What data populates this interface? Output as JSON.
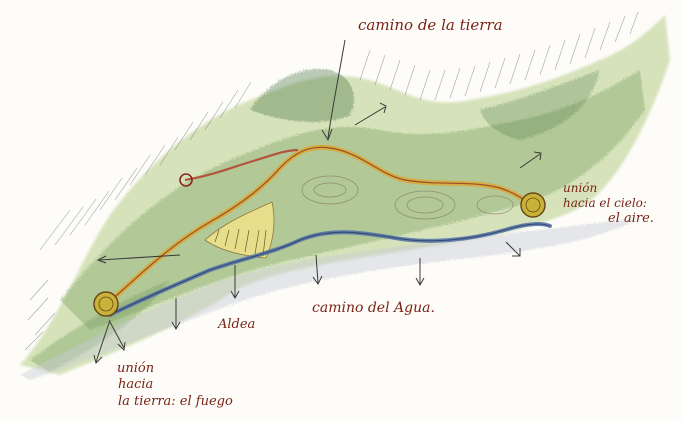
{
  "labels": {
    "camino_tierra": "camino de la tierra",
    "union_cielo_l1": "unión",
    "union_cielo_l2": "hacia el cielo:",
    "union_cielo_l3": "el aire.",
    "camino_agua": "camino del Agua.",
    "aldea": "Aldea",
    "union_fuego_l1": "unión",
    "union_fuego_l2": "hacia",
    "union_fuego_l3": "la tierra: el fuego"
  },
  "colors": {
    "ink": "#7a2418",
    "vegetation_light": "#a9c27a",
    "vegetation_dark": "#3f6e3a",
    "earth_path": "#d9a93a",
    "water_path": "#4f6fa8",
    "node_fill": "#c9b23a",
    "village_fill": "#f1e38a"
  }
}
